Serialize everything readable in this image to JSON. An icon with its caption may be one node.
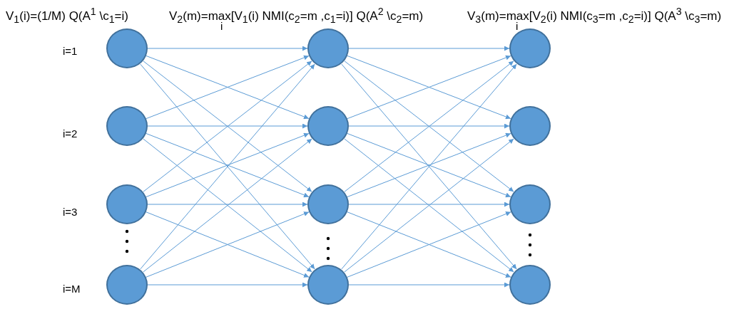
{
  "diagram": {
    "nodes": [
      {
        "text": [],
        "shape": "circle"
      },
      {
        "text": [],
        "shape": "circle"
      },
      {
        "text": [],
        "shape": "circle"
      },
      {
        "text": [],
        "shape": "circle"
      },
      {
        "text": [],
        "shape": "circle"
      },
      {
        "text": [],
        "shape": "circle"
      },
      {
        "text": [],
        "shape": "circle"
      },
      {
        "text": [],
        "shape": "circle"
      },
      {
        "text": [],
        "shape": "circle"
      },
      {
        "text": [],
        "shape": "circle"
      },
      {
        "text": [],
        "shape": "circle"
      },
      {
        "text": [],
        "shape": "circle"
      }
    ],
    "edges": [
      {
        "from": 0,
        "to": 4,
        "arrow": "to"
      },
      {
        "from": 0,
        "to": 5,
        "arrow": "to"
      },
      {
        "from": 0,
        "to": 6,
        "arrow": "to"
      },
      {
        "from": 0,
        "to": 7,
        "arrow": "to"
      },
      {
        "from": 1,
        "to": 4,
        "arrow": "to"
      },
      {
        "from": 1,
        "to": 5,
        "arrow": "to"
      },
      {
        "from": 1,
        "to": 6,
        "arrow": "to"
      },
      {
        "from": 1,
        "to": 7,
        "arrow": "to"
      },
      {
        "from": 2,
        "to": 4,
        "arrow": "to"
      },
      {
        "from": 2,
        "to": 5,
        "arrow": "to"
      },
      {
        "from": 2,
        "to": 6,
        "arrow": "to"
      },
      {
        "from": 2,
        "to": 7,
        "arrow": "to"
      },
      {
        "from": 3,
        "to": 4,
        "arrow": "to"
      },
      {
        "from": 3,
        "to": 5,
        "arrow": "to"
      },
      {
        "from": 3,
        "to": 6,
        "arrow": "to"
      },
      {
        "from": 3,
        "to": 7,
        "arrow": "to"
      },
      {
        "from": 4,
        "to": 8,
        "arrow": "to"
      },
      {
        "from": 4,
        "to": 9,
        "arrow": "to"
      },
      {
        "from": 4,
        "to": 10,
        "arrow": "to"
      },
      {
        "from": 4,
        "to": 11,
        "arrow": "to"
      },
      {
        "from": 5,
        "to": 8,
        "arrow": "to"
      },
      {
        "from": 5,
        "to": 9,
        "arrow": "to"
      },
      {
        "from": 5,
        "to": 10,
        "arrow": "to"
      },
      {
        "from": 5,
        "to": 11,
        "arrow": "to"
      },
      {
        "from": 6,
        "to": 8,
        "arrow": "to"
      },
      {
        "from": 6,
        "to": 9,
        "arrow": "to"
      },
      {
        "from": 6,
        "to": 10,
        "arrow": "to"
      },
      {
        "from": 6,
        "to": 11,
        "arrow": "to"
      },
      {
        "from": 7,
        "to": 8,
        "arrow": "to"
      },
      {
        "from": 7,
        "to": 9,
        "arrow": "to"
      },
      {
        "from": 7,
        "to": 10,
        "arrow": "to"
      },
      {
        "from": 7,
        "to": 11,
        "arrow": "to"
      }
    ],
    "labels": [
      "V$_{1}$(i)=(1/M) Q(A$^{1}$ \\c$_{1}$=i)",
      "V$_{2}$(m)=max[V$_{1}$(i) NMI(c$_{2}$=m ,c$_{1}$=i)] Q(A$^{2}$ \\c$_{2}$=m)",
      "V$_{3}$(m)=max[V$_{2}$(i) NMI(c$_{3}$=m ,c$_{2}$=i)] Q(A$^{3}$ \\c$_{3}$=m)",
      "i",
      "i",
      "i=1",
      "i=2",
      "i=3",
      "i=M"
    ]
  }
}
